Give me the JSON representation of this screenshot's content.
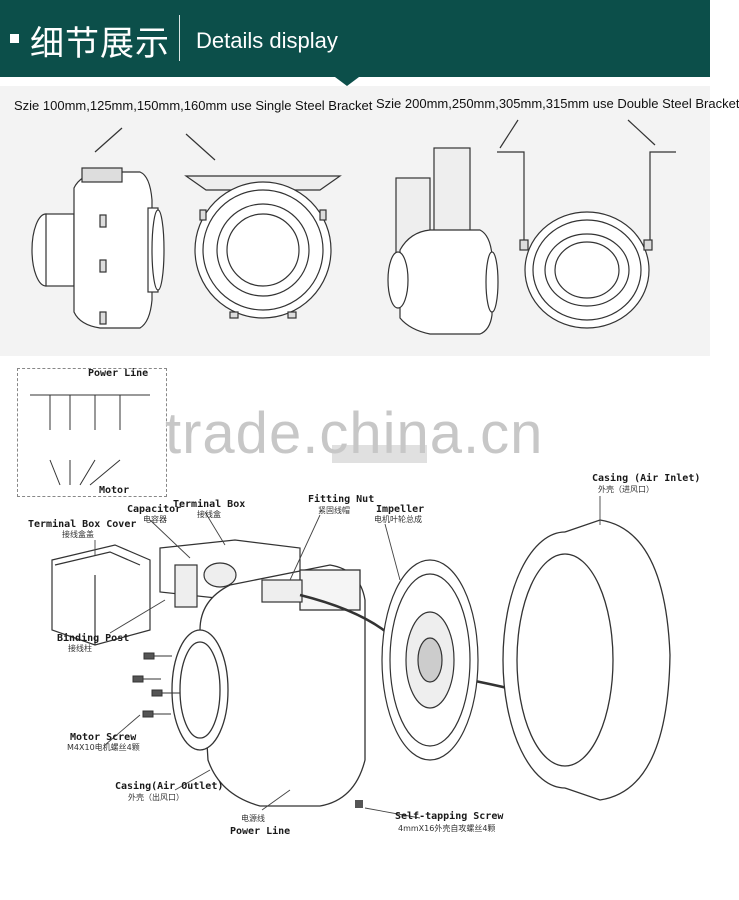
{
  "header": {
    "title_cn": "细节展示",
    "title_en": "Details display"
  },
  "top": {
    "left_label": "Szie 100mm,125mm,150mm,160mm use Single Steel Bracket",
    "right_label": "Szie 200mm,250mm,305mm,315mm use Double Steel Bracket"
  },
  "watermark": "trade.china.cn",
  "inset": {
    "power_line": "Power Line",
    "motor": "Motor"
  },
  "parts": {
    "terminal_box_cover": "Terminal Box Cover",
    "terminal_box_cover_cn": "接线盒盖",
    "capacitor": "Capacitor",
    "capacitor_cn": "电容器",
    "terminal_box": "Terminal Box",
    "terminal_box_cn": "接线盒",
    "fitting_nut": "Fitting Nut",
    "fitting_nut_cn": "紧固线帽",
    "impeller": "Impeller",
    "impeller_cn": "电机叶轮总成",
    "casing_inlet": "Casing (Air Inlet)",
    "casing_inlet_cn": "外壳（进风口）",
    "binding_post": "Binding Post",
    "binding_post_cn": "接线柱",
    "motor_screw": "Motor Screw",
    "motor_screw_spec": "M4X10电机螺丝4颗",
    "casing_outlet": "Casing(Air Outlet)",
    "casing_outlet_cn": "外壳（出风口）",
    "power_line_cn": "电源线",
    "power_line": "Power Line",
    "self_tapping": "Self-tapping Screw",
    "self_tapping_spec": "4mmX16外壳自攻螺丝4颗"
  }
}
